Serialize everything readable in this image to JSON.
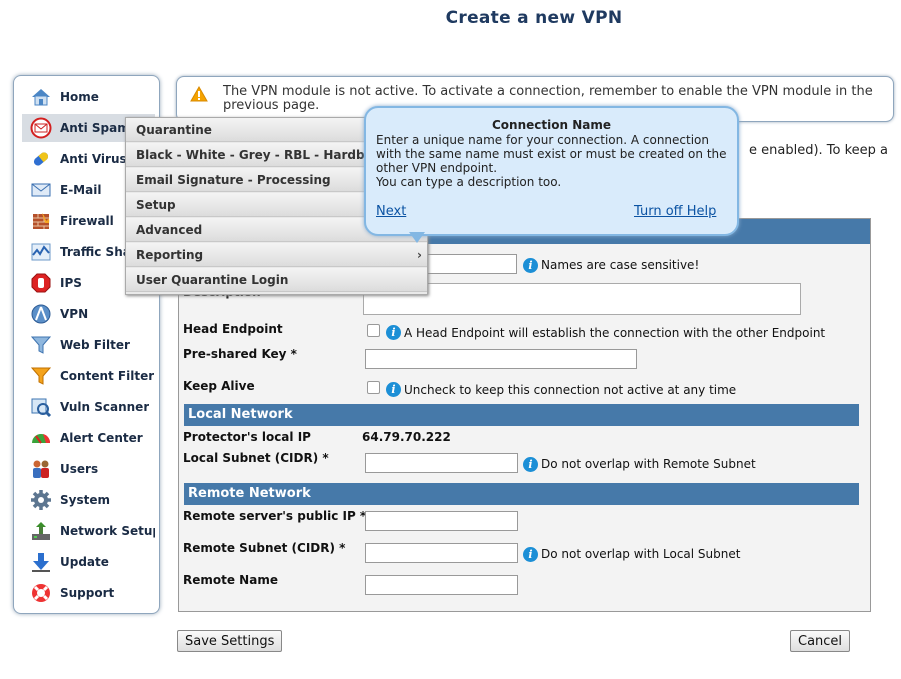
{
  "page_title": "Create a new VPN",
  "sidebar": {
    "items": [
      {
        "label": "Home",
        "icon": "home-icon"
      },
      {
        "label": "Anti Spam",
        "icon": "envelope-no-icon"
      },
      {
        "label": "Anti Virus",
        "icon": "pill-icon"
      },
      {
        "label": "E-Mail",
        "icon": "mail-icon"
      },
      {
        "label": "Firewall",
        "icon": "firewall-icon"
      },
      {
        "label": "Traffic Shaping",
        "icon": "traffic-graph-icon"
      },
      {
        "label": "IPS",
        "icon": "stop-hand-icon"
      },
      {
        "label": "VPN",
        "icon": "vpn-globe-icon"
      },
      {
        "label": "Web Filter",
        "icon": "funnel-icon"
      },
      {
        "label": "Content Filter",
        "icon": "funnel-orange-icon"
      },
      {
        "label": "Vuln Scanner",
        "icon": "scanner-icon"
      },
      {
        "label": "Alert Center",
        "icon": "gauge-icon"
      },
      {
        "label": "Users",
        "icon": "users-icon"
      },
      {
        "label": "System",
        "icon": "gear-icon"
      },
      {
        "label": "Network Setup",
        "icon": "network-icon"
      },
      {
        "label": "Update",
        "icon": "download-arrow-icon"
      },
      {
        "label": "Support",
        "icon": "lifebuoy-icon"
      }
    ]
  },
  "warning": {
    "text": "The VPN module is not active. To activate a connection, remember to enable the VPN module in the previous page."
  },
  "partial_text": "e enabled). To keep a",
  "dropdown": {
    "items": [
      "Quarantine",
      "Black - White - Grey - RBL - Hardblock Lists",
      "Email Signature - Processing",
      "Setup",
      "Advanced",
      "Reporting",
      "User Quarantine Login"
    ]
  },
  "help": {
    "title": "Connection Name",
    "body1": "Enter a unique name for your connection. A connection with the same name must exist or must be created on the other VPN endpoint.",
    "body2": "You can type a description too.",
    "next": "Next",
    "turn_off": "Turn off Help"
  },
  "form": {
    "name_hint": "Names are case sensitive!",
    "description_label": "Description",
    "head_endpoint_label": "Head Endpoint",
    "head_endpoint_hint": "A Head Endpoint will establish the connection with the other Endpoint",
    "psk_label": "Pre-shared Key *",
    "keep_alive_label": "Keep Alive",
    "keep_alive_hint": "Uncheck to keep this connection not active at any time",
    "local_network_title": "Local Network",
    "protector_ip_label": "Protector's local IP",
    "protector_ip_value": "64.79.70.222",
    "local_subnet_label": "Local Subnet (CIDR) *",
    "local_subnet_hint": "Do not overlap with Remote Subnet",
    "remote_network_title": "Remote Network",
    "remote_public_ip_label": "Remote server's public IP *",
    "remote_subnet_label": "Remote Subnet (CIDR) *",
    "remote_subnet_hint": "Do not overlap with Local Subnet",
    "remote_name_label": "Remote Name"
  },
  "buttons": {
    "save": "Save Settings",
    "cancel": "Cancel"
  }
}
